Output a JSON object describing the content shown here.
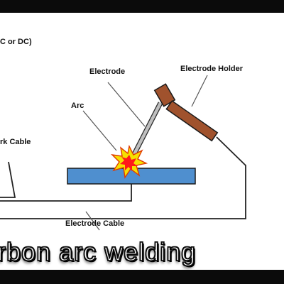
{
  "diagram": {
    "labels": {
      "power_source": "C or DC)",
      "electrode": "Electrode",
      "electrode_holder": "Electrode Holder",
      "arc": "Arc",
      "work_cable": "rk Cable",
      "electrode_cable": "Electrode Cable"
    },
    "colors": {
      "workpiece": "#4f8fcf",
      "holder": "#a0522d",
      "arc_outer": "#f5e000",
      "arc_inner": "#ff1a1a",
      "cable": "#222222"
    }
  },
  "caption": {
    "text": "rbon arc welding"
  }
}
